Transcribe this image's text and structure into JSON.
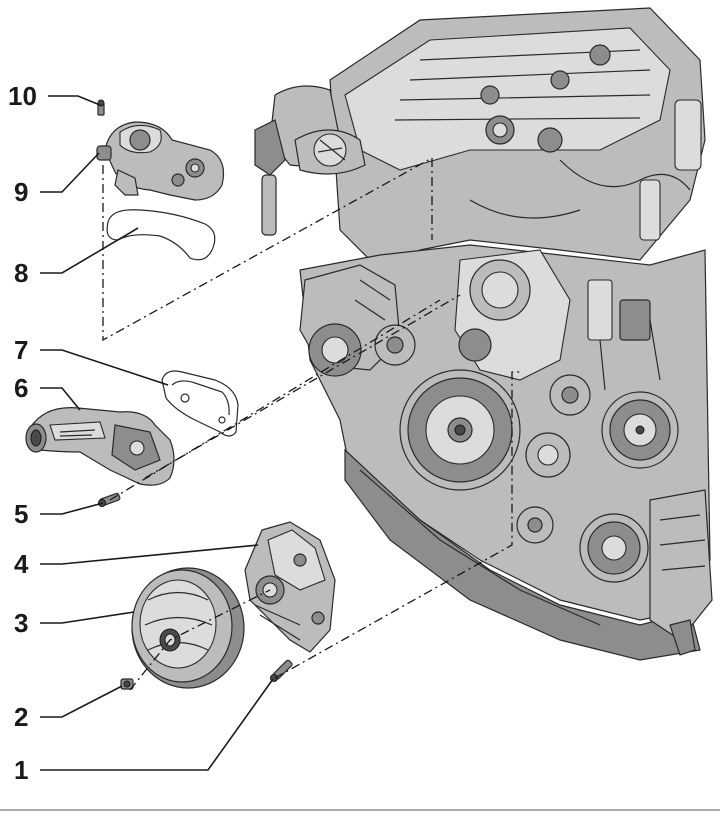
{
  "diagram": {
    "callouts": [
      {
        "id": "10",
        "label": "10"
      },
      {
        "id": "9",
        "label": "9"
      },
      {
        "id": "8",
        "label": "8"
      },
      {
        "id": "7",
        "label": "7"
      },
      {
        "id": "6",
        "label": "6"
      },
      {
        "id": "5",
        "label": "5"
      },
      {
        "id": "4",
        "label": "4"
      },
      {
        "id": "3",
        "label": "3"
      },
      {
        "id": "2",
        "label": "2"
      },
      {
        "id": "1",
        "label": "1"
      }
    ]
  }
}
